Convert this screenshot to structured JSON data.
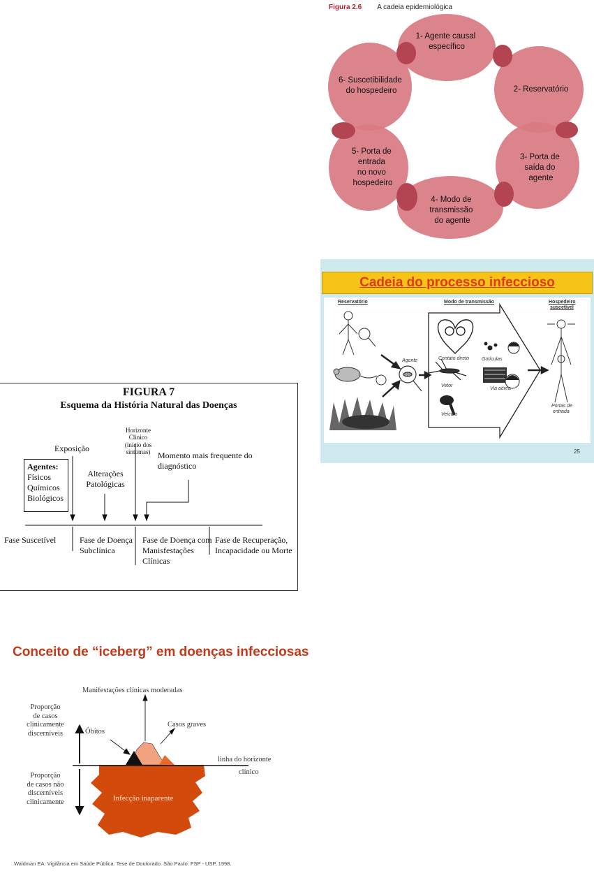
{
  "fig26": {
    "number": "Figura 2.6",
    "title": "A cadeia epidemiológica",
    "links": [
      {
        "lines": [
          "1- Agente causal",
          "específico"
        ]
      },
      {
        "lines": [
          "2- Reservatório"
        ]
      },
      {
        "lines": [
          "3- Porta de",
          "saída do",
          "agente"
        ]
      },
      {
        "lines": [
          "4- Modo de",
          "transmissão",
          "do agente"
        ]
      },
      {
        "lines": [
          "5- Porta de",
          "entrada",
          "no novo",
          "hospedeiro"
        ]
      },
      {
        "lines": [
          "6- Suscetibilidade",
          "do hospedeiro"
        ]
      }
    ],
    "ellipse_color": "#d97a82",
    "overlap_color": "#b34552"
  },
  "slide": {
    "title": "Cadeia do processo infeccioso",
    "col_reservatorio": "Reservatório",
    "col_modo": "Modo de transmissão",
    "col_hospedeiro_1": "Hospedeiro",
    "col_hospedeiro_2": "suscetível",
    "agente": "Agente",
    "contato_direto": "Contato direto",
    "goticulas": "Gotículas",
    "vetor": "Vetor",
    "via_aerea": "Via aérea",
    "veiculo": "Veículo",
    "portas_1": "Portas de",
    "portas_2": "entrada",
    "page": "25",
    "title_bg": "#f6c417",
    "title_color": "#e03a1a"
  },
  "fig7": {
    "title_1": "FIGURA 7",
    "title_2": "Esquema da História Natural das Doenças",
    "horizonte_1": "Horizonte Clínico",
    "horizonte_2": "(início dos",
    "horizonte_3": "sintomas)",
    "exposicao": "Exposição",
    "momento_1": "Momento mais frequente do",
    "momento_2": "diagnóstico",
    "agentes_title": "Agentes:",
    "agentes_1": "Físicos",
    "agentes_2": "Químicos",
    "agentes_3": "Biológicos",
    "alteracoes_1": "Alterações",
    "alteracoes_2": "Patológicas",
    "fase_1": "Fase Suscetível",
    "fase_2a": "Fase de Doença",
    "fase_2b": "Subclínica",
    "fase_3a": "Fase de Doença com",
    "fase_3b": "Manisfestações",
    "fase_3c": "Clínicas",
    "fase_4a": "Fase de Recuperação,",
    "fase_4b": "Incapacidade ou Morte"
  },
  "iceberg": {
    "title": "Conceito de “iceberg” em doenças infecciosas",
    "manifestacoes": "Manifestações clínicas moderadas",
    "prop_disc_1": "Proporção",
    "prop_disc_2": "de casos",
    "prop_disc_3": "clinicamente",
    "prop_disc_4": "discerníveis",
    "obitos": "Óbitos",
    "casos_graves": "Casos graves",
    "linha_1": "linha do horizonte",
    "linha_2": "clínico",
    "prop_nao_1": "Proporção",
    "prop_nao_2": "de casos não",
    "prop_nao_3": "discerníveis",
    "prop_nao_4": "clinicamente",
    "infeccao": "Infecção inaparente",
    "credit": "Waldman EA. Vigilância em Saúde Pública. Tese de Doutorado. São Paulo: FSP - USP, 1998.",
    "title_color": "#c2391a",
    "iceberg_color": "#d24a0c",
    "tip_color": "#f3a27f"
  }
}
